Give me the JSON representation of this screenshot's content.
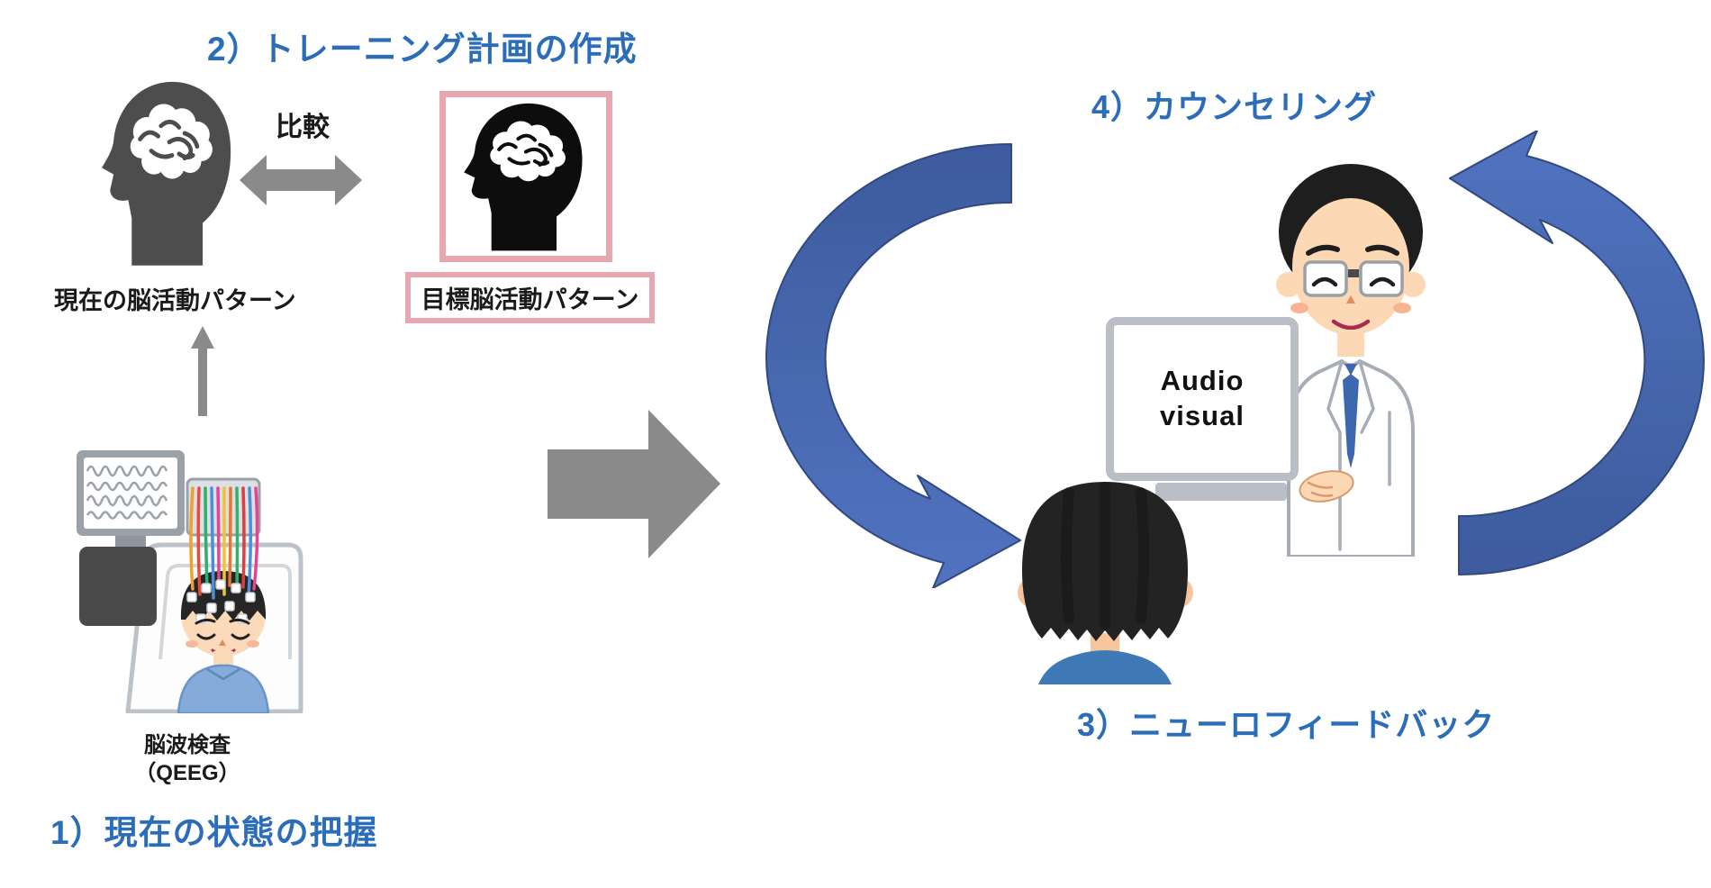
{
  "steps": {
    "step1_label": "1）現在の状態の把握",
    "step2_label": "2）トレーニング計画の作成",
    "step3_label": "3）ニューロフィードバック",
    "step4_label": "4）カウンセリング"
  },
  "labels": {
    "compare": "比較",
    "current_pattern": "現在の脳活動パターン",
    "target_pattern": "目標脳活動パターン",
    "eeg_exam_line1": "脳波検査",
    "eeg_exam_line2": "（QEEG）"
  },
  "monitor": {
    "line1": "Audio",
    "line2": "visual"
  },
  "icons": {
    "current_head": "head-with-brain-silhouette-gray",
    "target_head": "head-with-brain-silhouette-black",
    "compare_arrow": "double-headed-horizontal-arrow",
    "up_arrow": "upward-arrow",
    "flow_arrow": "large-right-arrow",
    "cycle_left": "counterclockwise-arc-arrow",
    "cycle_right": "counterclockwise-arc-arrow",
    "eeg_scene": "patient-with-eeg-cap-and-monitor-illustration",
    "doctor": "doctor-in-lab-coat-illustration",
    "patient_back": "patient-back-of-head-illustration"
  },
  "colors": {
    "step_title_blue": "#2b6db8",
    "arrow_gray": "#8a8a8a",
    "current_head_gray": "#4d4d4d",
    "target_head_black": "#0d0d0d",
    "highlight_pink": "#e8a6b0",
    "cycle_blue_dark": "#3d5b9d",
    "cycle_blue_light": "#5173c0"
  }
}
